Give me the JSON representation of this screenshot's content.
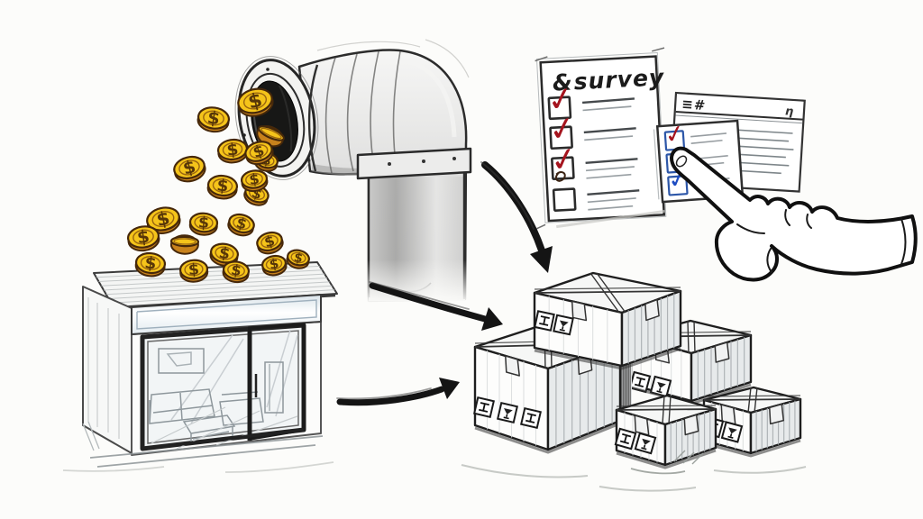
{
  "survey": {
    "title_prefix": "&",
    "title": "survey",
    "items": [
      {
        "checked": true,
        "check_color": "red",
        "lines": 2
      },
      {
        "checked": true,
        "check_color": "red",
        "lines": 2
      },
      {
        "checked": true,
        "check_color": "red",
        "lines": 3,
        "scribble": true
      },
      {
        "checked": false,
        "check_color": null,
        "lines": 3
      }
    ]
  },
  "feedback_card": {
    "header_scribble": "≡#",
    "corner_mark": "η",
    "checkboxes": [
      {
        "checked": true,
        "check_color": "red"
      },
      {
        "checked": true,
        "check_color": "blue"
      },
      {
        "checked": true,
        "check_color": "blue"
      }
    ],
    "lines_per_row": 2
  },
  "coins": {
    "symbol": "$",
    "count": 22
  },
  "boxes": {
    "count": 5,
    "label_counts": [
      2,
      3,
      2,
      2,
      2
    ]
  },
  "ui": {
    "check_glyph": "✓"
  },
  "colors": {
    "red": "#a5141e",
    "blue": "#1d4cc2",
    "coin_face": "#f5c41a",
    "coin_edge": "#c8821c",
    "coin_outline": "#46280a",
    "ink": "#1c1c1c",
    "paper": "#fdfdfc"
  }
}
